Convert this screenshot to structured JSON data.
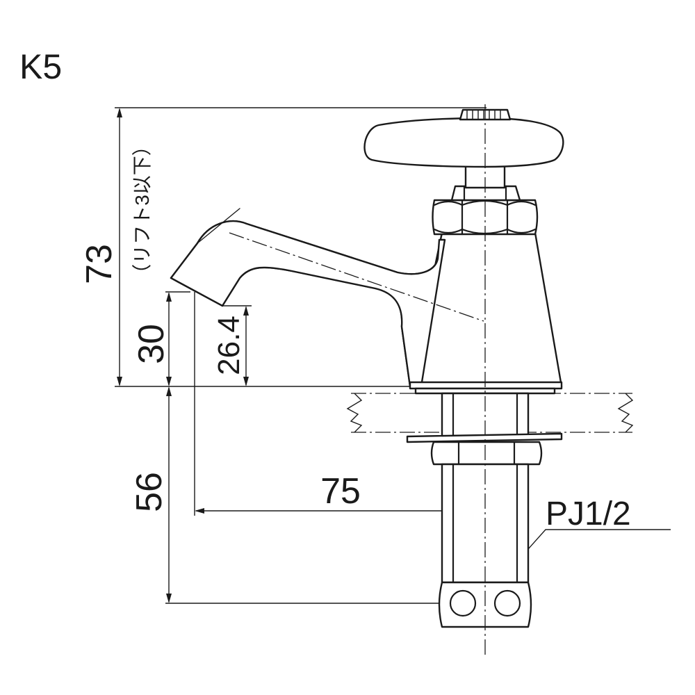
{
  "model": "K5",
  "dimensions": {
    "total_height": "73",
    "lift_note": "（リフト3以下）",
    "spout_height": "30",
    "spout_outlet_height": "26.4",
    "shank_length": "56",
    "spout_reach": "75"
  },
  "thread_spec": "PJ1/2"
}
